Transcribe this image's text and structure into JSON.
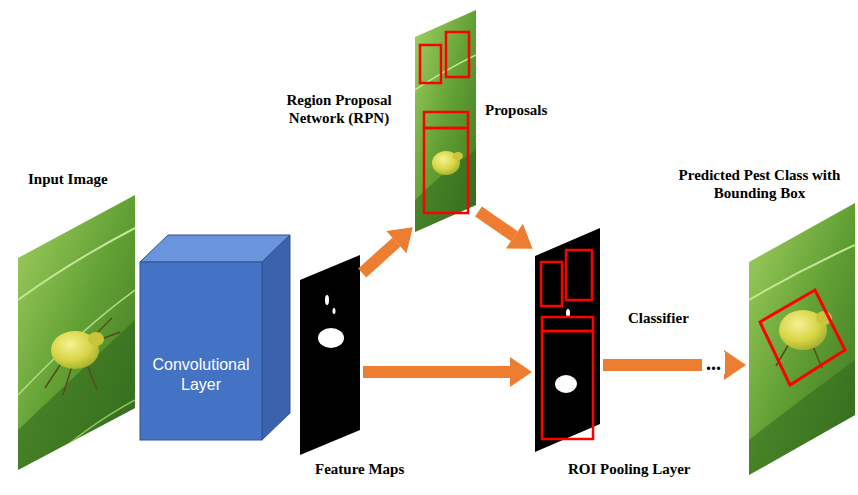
{
  "diagram": {
    "nodes": [
      {
        "text": [
          "Input Image"
        ]
      },
      {
        "text": [
          "Convolutional Layer"
        ]
      },
      {
        "text": [
          "Feature Maps"
        ]
      },
      {
        "text": [
          "Region Proposal Network (RPN)",
          "Proposals"
        ]
      },
      {
        "text": [
          "ROI Pooling Layer"
        ]
      },
      {
        "text": [
          "Predicted Pest Class with Bounding Box"
        ]
      }
    ],
    "edges": [
      {
        "from": 2,
        "to": 3,
        "arrow": "to"
      },
      {
        "from": 3,
        "to": 4,
        "arrow": "to"
      },
      {
        "from": 2,
        "to": 4,
        "arrow": "to"
      },
      {
        "from": 4,
        "to": 5,
        "label": "Classifier",
        "arrow": "to"
      }
    ],
    "labels": [
      "..."
    ]
  }
}
